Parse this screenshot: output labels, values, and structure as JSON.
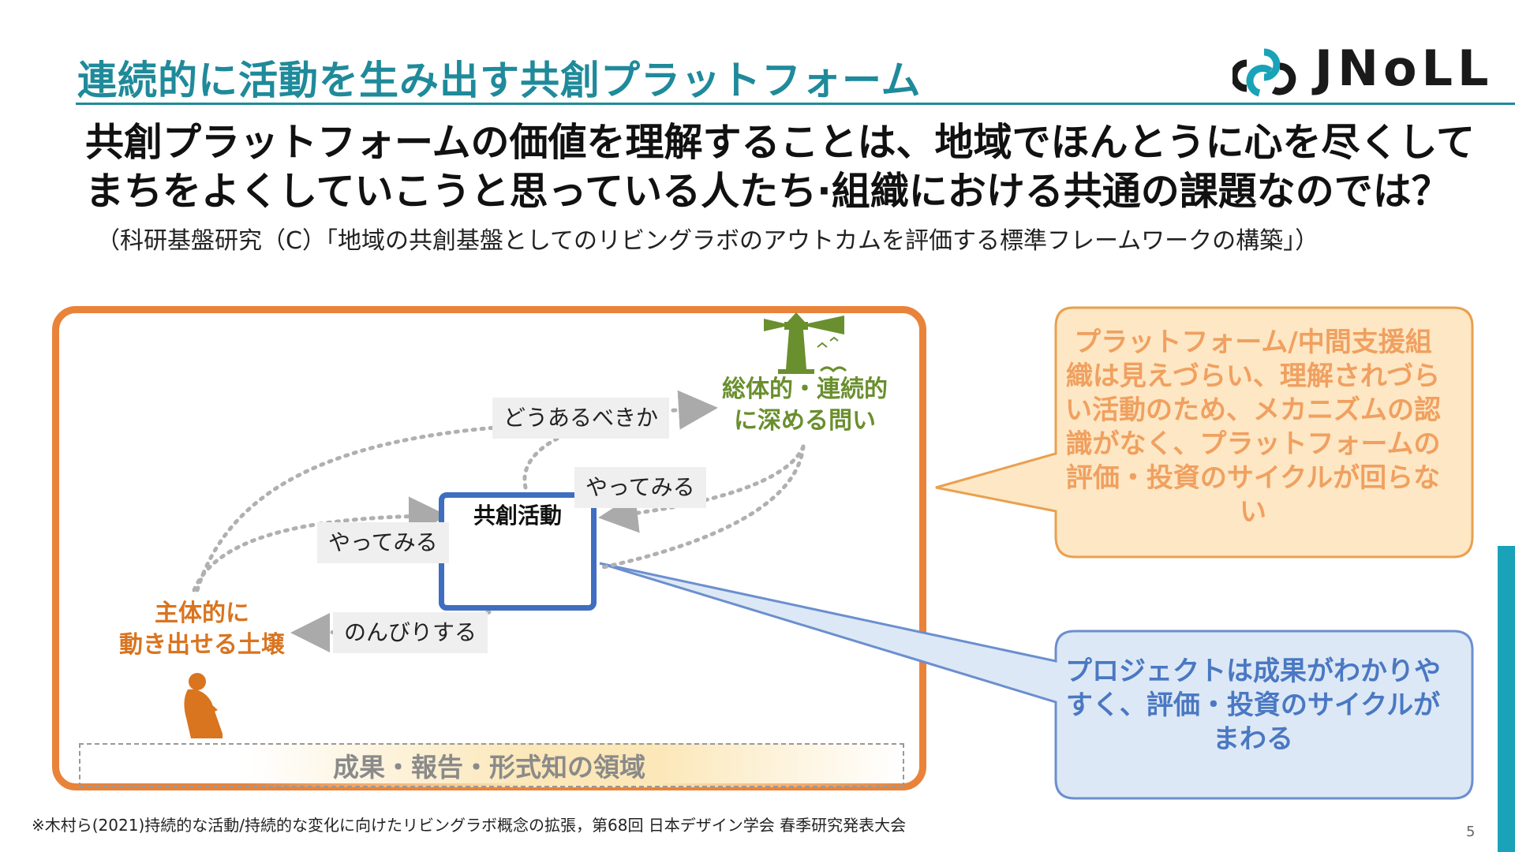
{
  "slide": {
    "title": "連続的に活動を生み出す共創プラットフォーム",
    "headline": "共創プラットフォームの価値を理解することは、地域でほんとうに心を尽くしてまちをよくしていこうと思っている人たち·組織における共通の課題なのでは？",
    "subline": "（科研基盤研究（C）「地域の共創基盤としてのリビングラボのアウトカムを評価する標準フレームワークの構築」）",
    "logo_text": "JNoLL",
    "footnote": "※木村ら(2021)持続的な活動/持続的な変化に向けたリビングラボ概念の拡張，第68回 日本デザイン学会 春季研究発表大会",
    "page_number": "5"
  },
  "diagram": {
    "goal_label_line1": "総体的・連続的",
    "goal_label_line2": "に深める問い",
    "start_label_line1": "主体的に",
    "start_label_line2": "動き出せる土壌",
    "center_label": "共創活動",
    "edge_labels": {
      "how_should": "どうあるべきか",
      "try_top": "やってみる",
      "try_left": "やってみる",
      "relax": "のんびりする"
    },
    "result_band": "成果・報告・形式知の領域"
  },
  "callouts": {
    "platform": "プラットフォーム/中間支援組織は見えづらい、理解されづらい活動のため、メカニズムの認識がなく、プラットフォームの評価・投資のサイクルが回らない",
    "project": "プロジェクトは成果がわかりやすく、評価・投資のサイクルがまわる"
  },
  "colors": {
    "title": "#1f8a9a",
    "frame": "#e9833a",
    "goal": "#6a8f2e",
    "start": "#d9741f",
    "center_border": "#3f6ec0",
    "callout_orange_fill": "#fde7c4",
    "callout_orange_border": "#e9a050",
    "callout_blue_fill": "#dde8f6",
    "callout_blue_border": "#6b8fcf"
  },
  "icons": [
    "lighthouse-icon",
    "thinker-icon",
    "crowd-icon"
  ]
}
